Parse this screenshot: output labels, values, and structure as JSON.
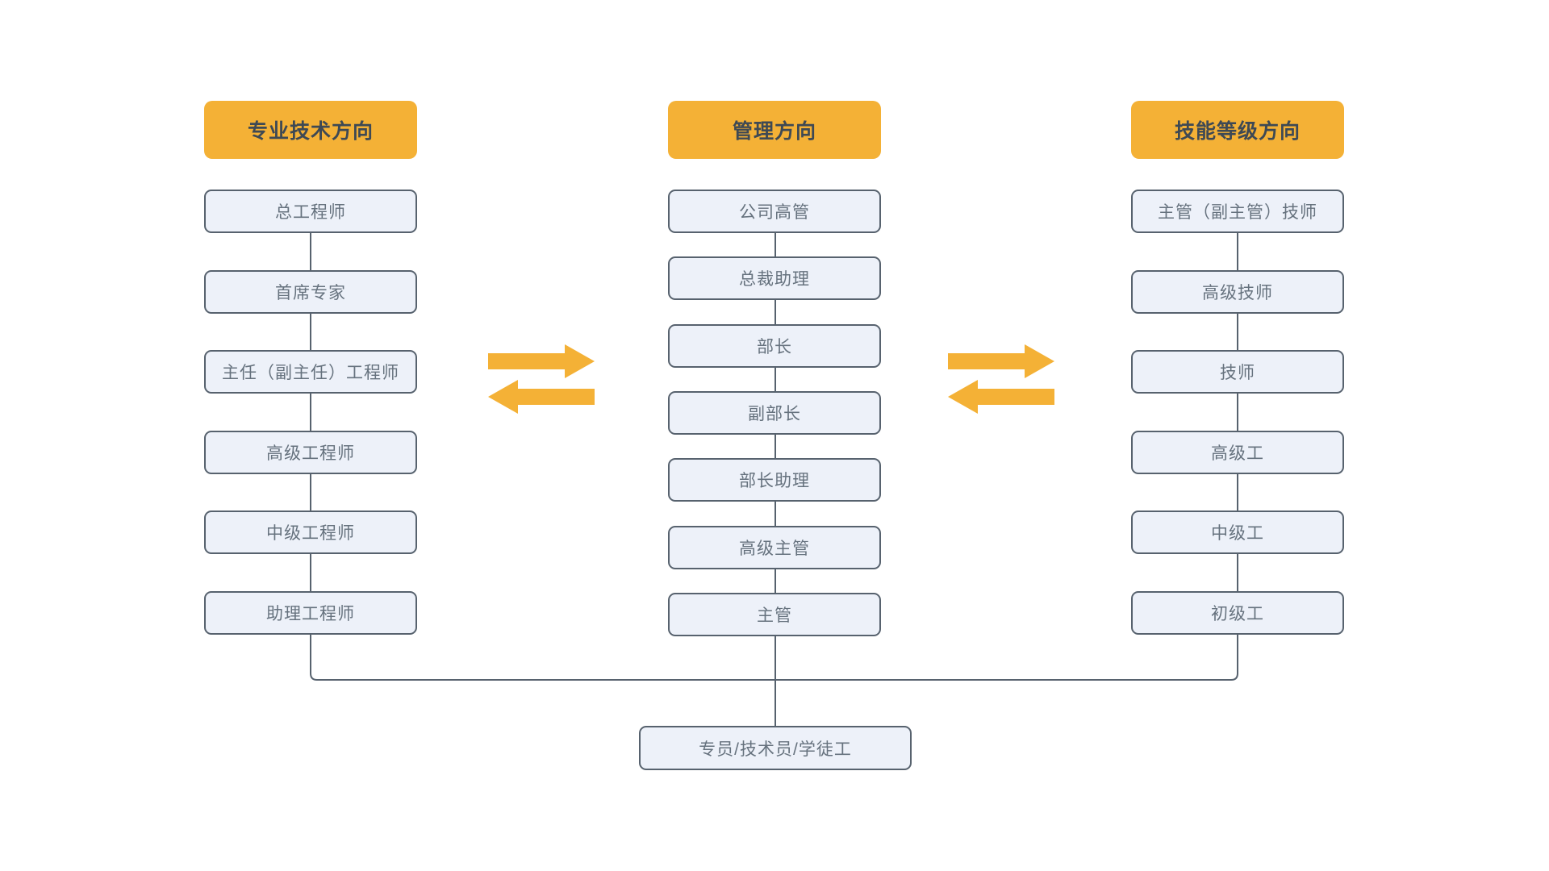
{
  "diagram": {
    "title_semantic": "career-ladder-dual-path-diagram",
    "colors": {
      "accent_orange": "#F4B136",
      "box_fill": "#EDF1F9",
      "box_border": "#57626E",
      "connector_line": "#57626E",
      "header_text": "#3E4954",
      "item_text": "#66727E",
      "background": "#FFFFFF"
    },
    "columns": [
      {
        "header": "专业技术方向",
        "items": [
          "总工程师",
          "首席专家",
          "主任（副主任）工程师",
          "高级工程师",
          "中级工程师",
          "助理工程师"
        ]
      },
      {
        "header": "管理方向",
        "items": [
          "公司高管",
          "总裁助理",
          "部长",
          "副部长",
          "部长助理",
          "高级主管",
          "主管"
        ]
      },
      {
        "header": "技能等级方向",
        "items": [
          "主管（副主管）技师",
          "高级技师",
          "技师",
          "高级工",
          "中级工",
          "初级工"
        ]
      }
    ],
    "bottom_box": "专员/技术员/学徒工",
    "icons": {
      "left_swap": "bidirectional-swap-arrows",
      "right_swap": "bidirectional-swap-arrows"
    }
  }
}
